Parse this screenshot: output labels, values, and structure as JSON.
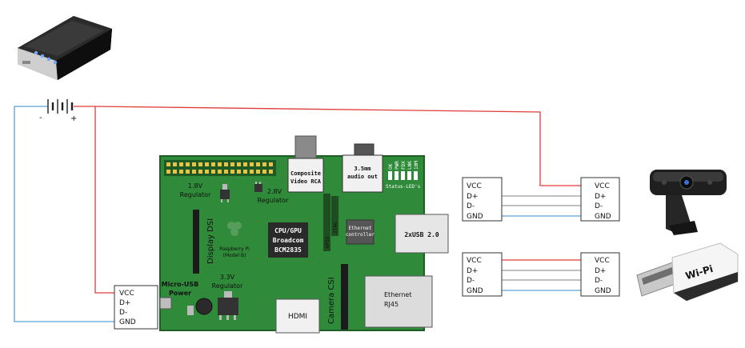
{
  "battery": {
    "minus": "-",
    "plus": "+"
  },
  "board": {
    "composite_video": [
      "Composite",
      "Video RCA"
    ],
    "audio_out": [
      "3.5mm",
      "audio out"
    ],
    "status_leds": "Status-LED's",
    "led_labels": [
      "OK",
      "PWR",
      "FDX",
      "LNK",
      "10M"
    ],
    "regulator_18": [
      "1.8V",
      "Regulator"
    ],
    "regulator_28": [
      "2.8V",
      "Regulator"
    ],
    "display_dsi": "Display DSI",
    "cpu": [
      "CPU/GPU",
      "Broadcom",
      "BCM2835"
    ],
    "raspberry_pi_text": [
      "Raspberry Pi",
      "(Model B)"
    ],
    "regulator_33": [
      "3.3V",
      "Regulator"
    ],
    "ethernet_controller": [
      "Ethernet",
      "controller"
    ],
    "usb": "2xUSB 2.0",
    "gpio_text": [
      "GPIO",
      "JTAG"
    ],
    "camera_csi": "Camera CSI",
    "ethernet_rj45": [
      "Ethernet",
      "RJ45"
    ],
    "hdmi": "HDMI",
    "micro_usb_power": [
      "Micro-USB",
      "Power"
    ]
  },
  "connectors": {
    "power_in": [
      "VCC",
      "D+",
      "D-",
      "GND"
    ],
    "usb_a_left": [
      "VCC",
      "D+",
      "D-",
      "GND"
    ],
    "usb_a_right": [
      "VCC",
      "D+",
      "D-",
      "GND"
    ],
    "usb_b_left": [
      "VCC",
      "D+",
      "D-",
      "GND"
    ],
    "usb_b_right": [
      "VCC",
      "D+",
      "D-",
      "GND"
    ]
  },
  "wifi_dongle": {
    "brand": "Wi-Pi"
  },
  "colors": {
    "vcc_wire": "#e23b3b",
    "gnd_wire": "#5aa0d8",
    "data_wire": "#9a9a9a",
    "board": "#2f8a3a",
    "board_edge": "#1d5e24"
  }
}
